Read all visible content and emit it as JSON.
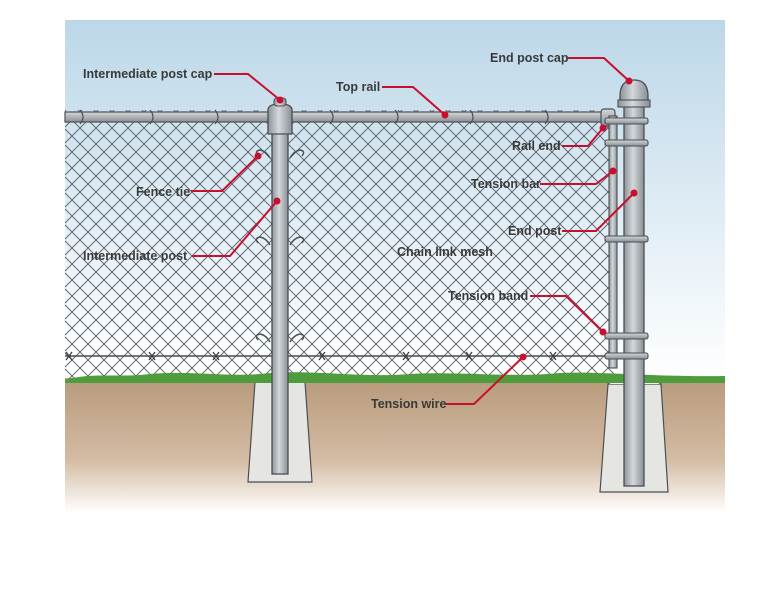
{
  "labels": {
    "intermediate_post_cap": "Intermediate post cap",
    "top_rail": "Top rail",
    "end_post_cap": "End post cap",
    "rail_end": "Rail end",
    "fence_tie": "Fence tie",
    "tension_bar": "Tension bar",
    "intermediate_post": "Intermediate post",
    "end_post": "End post",
    "chain_link_mesh": "Chain link mesh",
    "tension_band": "Tension band",
    "tension_wire": "Tension wire"
  },
  "colors": {
    "sky_top": "#bcd7e8",
    "sky_bottom": "#ffffff",
    "ground": "#c4a688",
    "grass": "#4e9c3c",
    "metal": "#a9aeb2",
    "metal_outline": "#4a4f55",
    "concrete": "#e5e5e2",
    "leader": "#c8102e"
  }
}
